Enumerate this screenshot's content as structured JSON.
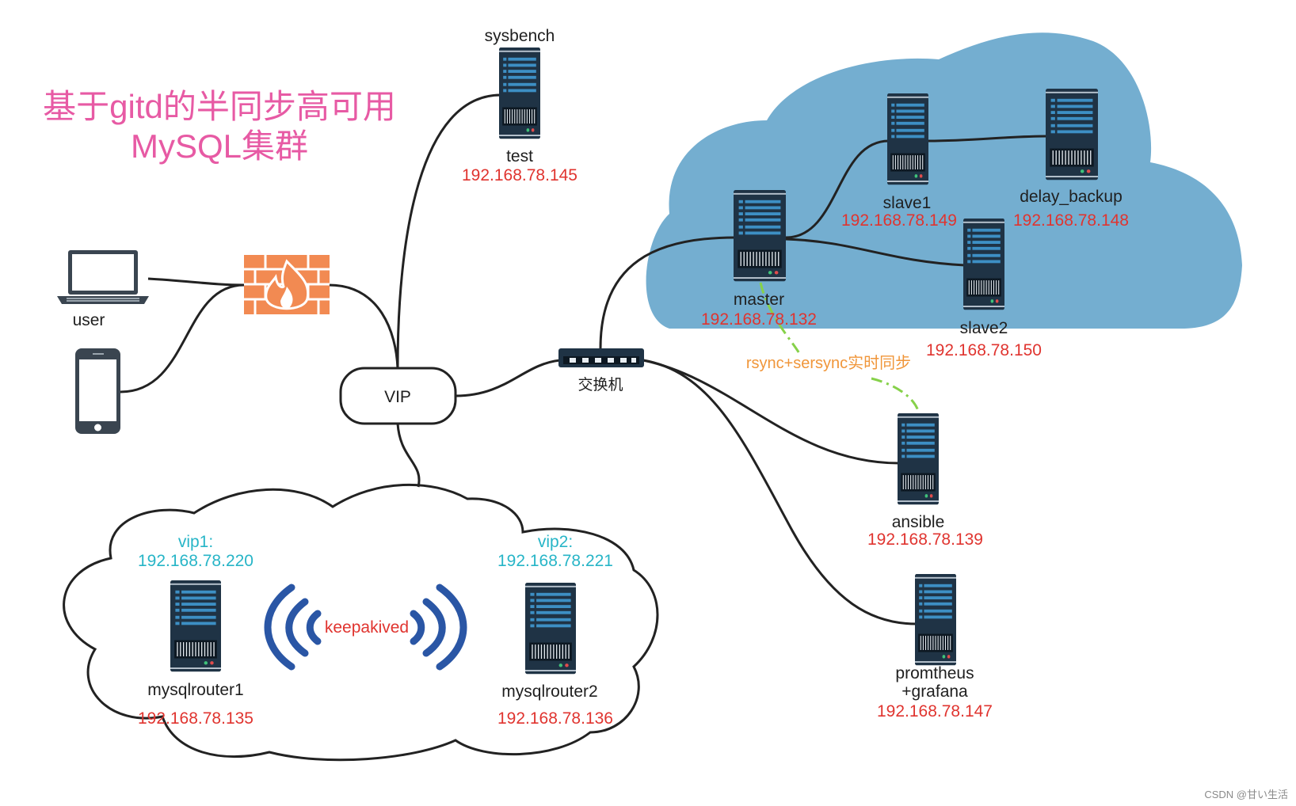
{
  "title": {
    "line1": "基于gitd的半同步高可用",
    "line2": "MySQL集群"
  },
  "colors": {
    "cloud_fill": "#74aed0",
    "server_dark": "#1f3345",
    "server_bar": "#3d8fc4",
    "firewall": "#f28a52",
    "line": "#222222",
    "sync_line": "#86d14a",
    "ip_red": "#e0342f",
    "vip_cyan": "#27b5c7",
    "title_pink": "#e75aa4",
    "wifi_blue": "#2a56a5"
  },
  "nodes": {
    "sysbench": {
      "top_label": "sysbench",
      "name": "test",
      "ip": "192.168.78.145"
    },
    "master": {
      "name": "master",
      "ip": "192.168.78.132"
    },
    "slave1": {
      "name": "slave1",
      "ip": "192.168.78.149"
    },
    "delay_backup": {
      "name": "delay_backup",
      "ip": "192.168.78.148"
    },
    "slave2": {
      "name": "slave2",
      "ip": "192.168.78.150"
    },
    "ansible": {
      "name": "ansible",
      "ip": "192.168.78.139"
    },
    "prometheus": {
      "name_line1": "promtheus",
      "name_line2": "+grafana",
      "ip": "192.168.78.147"
    },
    "mysqlrouter1": {
      "vip_label": "vip1:",
      "vip": "192.168.78.220",
      "name": "mysqlrouter1",
      "ip": "192.168.78.135"
    },
    "mysqlrouter2": {
      "vip_label": "vip2:",
      "vip": "192.168.78.221",
      "name": "mysqlrouter2",
      "ip": "192.168.78.136"
    }
  },
  "user": {
    "label": "user"
  },
  "vip": {
    "label": "VIP"
  },
  "switch": {
    "label": "交换机"
  },
  "sync": {
    "label": "rsync+sersync实时同步"
  },
  "keepalived": {
    "label": "keepakived"
  },
  "footer": {
    "text": "CSDN @甘い生活"
  }
}
